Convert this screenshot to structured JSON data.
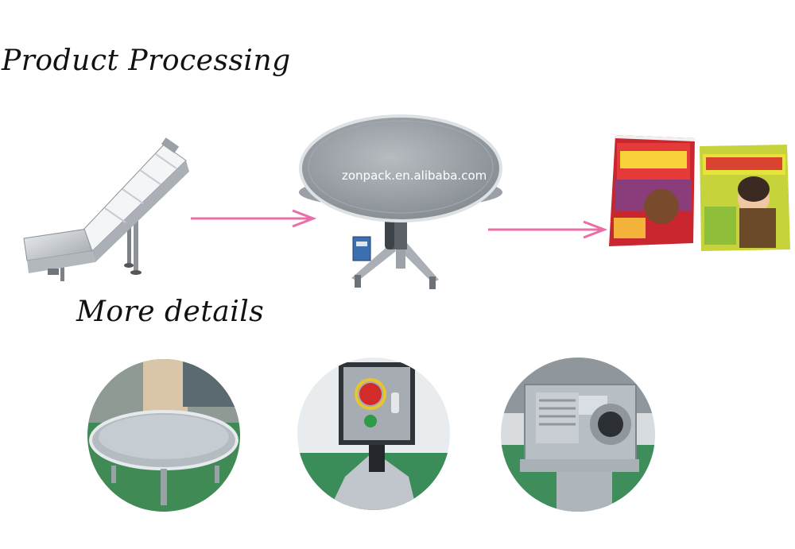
{
  "headings": {
    "product_processing": "Product Processing",
    "more_details": "More details"
  },
  "watermark": "zonpack.en.alibaba.com",
  "colors": {
    "arrow": "#e86fa8",
    "steel": "#c9cdd2",
    "floor_green": "#2f7a47"
  },
  "icons": {
    "flow_arrow": "right-arrow-icon"
  }
}
